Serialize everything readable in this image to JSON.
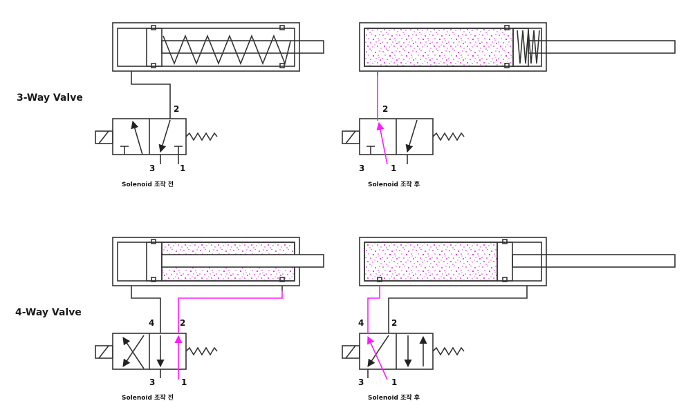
{
  "colors": {
    "line": "#333333",
    "air": "#ff1aff",
    "dots": "#e026e0"
  },
  "rows": {
    "three_way": {
      "label": "3-Way Valve"
    },
    "four_way": {
      "label": "4-Way Valve"
    }
  },
  "ports": {
    "p1": "1",
    "p2": "2",
    "p3": "3",
    "p4": "4"
  },
  "captions": {
    "before": "Solenoid 조작 전",
    "after": "Solenoid 조작 후"
  }
}
